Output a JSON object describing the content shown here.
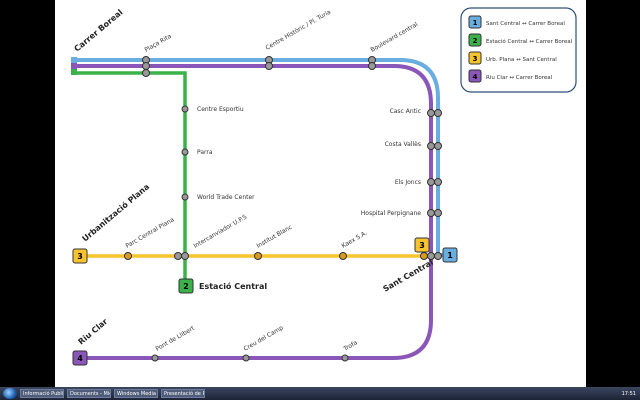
{
  "legend": [
    {
      "num": "1",
      "text": "Sant Central ↔ Carrer Boreal",
      "color": "#6aaee0"
    },
    {
      "num": "2",
      "text": "Estació Central ↔ Carrer Boreal",
      "color": "#3bb14a"
    },
    {
      "num": "3",
      "text": "Urb. Plana ↔ Sant Central",
      "color": "#f7c430"
    },
    {
      "num": "4",
      "text": "Riu Clar ↔ Carrer Boreal",
      "color": "#8a56b8"
    }
  ],
  "terminals": {
    "carrer_boreal": "Carrer Boreal",
    "urbanitzacio_plana": "Urbanització Plana",
    "riu_clar": "Riu Clar",
    "estacio_central": "Estació Central",
    "sant_central": "Sant Central"
  },
  "stations": {
    "top": [
      "Plaça Rita",
      "Centre Històric / Pl. Turia",
      "Boulevard central"
    ],
    "right": [
      "Casc Antic",
      "Costa Vallès",
      "Els Joncs",
      "Hospital Perpignane"
    ],
    "green": [
      "Centre Esportiu",
      "Parra",
      "World Trade Center"
    ],
    "yellow": [
      "Parc Central Plana",
      "Intercanviador U.P.S",
      "Institut Blanc",
      "Kaex S.A."
    ],
    "bottom": [
      "Pont de Llibert",
      "Creu del Camp",
      "Trofa"
    ]
  },
  "badges": {
    "l1": "1",
    "l2": "2",
    "l3": "3",
    "l4": "4"
  },
  "taskbar": {
    "items": [
      "Informació Publica",
      "Documents - Micr",
      "Windows Media Pl",
      "Presentació de Po"
    ],
    "clock": "17:51"
  }
}
